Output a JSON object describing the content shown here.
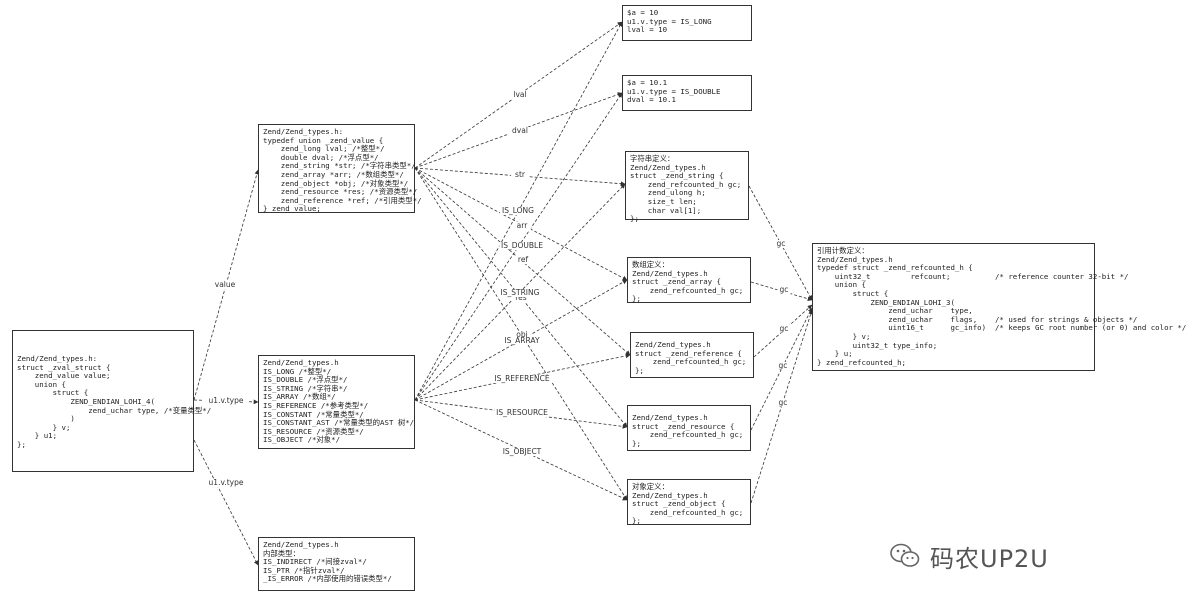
{
  "boxes": {
    "zval": [
      "Zend/Zend_types.h:",
      "struct _zval_struct {",
      "    zend_value value;",
      "    union {",
      "        struct {",
      "            ZEND_ENDIAN_LOHI_4(",
      "                zend_uchar type, /*变量类型*/",
      "            )",
      "        } v;",
      "    } u1;",
      "};"
    ],
    "zend_value": [
      "Zend/Zend_types.h:",
      "typedef union _zend_value {",
      "    zend_long lval; /*整型*/",
      "    double dval; /*浮点型*/",
      "    zend_string *str; /*字符串类型*/",
      "    zend_array *arr; /*数组类型*/",
      "    zend_object *obj; /*对象类型*/",
      "    zend_resource *res; /*资源类型*/",
      "    zend_reference *ref; /*引用类型*/",
      "} zend_value;"
    ],
    "types": [
      "Zend/Zend_types.h",
      "IS_LONG /*整型*/",
      "IS_DOUBLE /*浮点型*/",
      "IS_STRING /*字符串*/",
      "IS_ARRAY /*数组*/",
      "IS_REFERENCE /*参考类型*/",
      "IS_CONSTANT /*常量类型*/",
      "IS_CONSTANT_AST /*常量类型的AST 树*/",
      "IS_RESOURCE /*资源类型*/",
      "IS_OBJECT /*对象*/"
    ],
    "internal": [
      "Zend/Zend_types.h",
      "内部类型：",
      "IS_INDIRECT /*间接zval*/",
      "IS_PTR /*指针zval*/",
      "_IS_ERROR /*内部使用的错误类型*/"
    ],
    "long_ex": [
      "$a = 10",
      "u1.v.type = IS_LONG",
      "lval = 10"
    ],
    "double_ex": [
      "$a = 10.1",
      "u1.v.type = IS_DOUBLE",
      "dval = 10.1"
    ],
    "string": [
      "字符串定义：",
      "Zend/Zend_types.h",
      "struct _zend_string {",
      "    zend_refcounted_h gc;",
      "    zend_ulong h;",
      "    size_t len;",
      "    char val[1];",
      "};"
    ],
    "array": [
      "数组定义：",
      "Zend/Zend_types.h",
      "struct _zend_array {",
      "    zend_refcounted_h gc;",
      "};"
    ],
    "reference": [
      "Zend/Zend_types.h",
      "struct _zend_reference {",
      "    zend_refcounted_h gc;",
      "};"
    ],
    "resource": [
      "Zend/Zend_types.h",
      "struct _zend_resource {",
      "    zend_refcounted_h gc;",
      "};"
    ],
    "object": [
      "对象定义：",
      "Zend/Zend_types.h",
      "struct _zend_object {",
      "    zend_refcounted_h gc;",
      "};"
    ],
    "refcounted": [
      "引用计数定义：",
      "Zend/Zend_types.h",
      "typedef struct _zend_refcounted_h {",
      "    uint32_t         refcount;          /* reference counter 32-bit */",
      "    union {",
      "        struct {",
      "            ZEND_ENDIAN_LOHI_3(",
      "                zend_uchar    type,",
      "                zend_uchar    flags,    /* used for strings & objects */",
      "                uint16_t      gc_info)  /* keeps GC root number (or 0) and color */",
      "        } v;",
      "        uint32_t type_info;",
      "    } u;",
      "} zend_refcounted_h;"
    ]
  },
  "edge_labels": {
    "value": "value",
    "u1_type_a": "u1.v.type",
    "u1_type_b": "u1.v.type",
    "lval": "lval",
    "dval": "dval",
    "str": "str",
    "arr": "arr",
    "ref": "ref",
    "res": "res",
    "obj": "obj",
    "is_long": "IS_LONG",
    "is_double": "IS_DOUBLE",
    "is_string": "IS_STRING",
    "is_array": "IS_ARRAY",
    "is_reference": "IS_REFERENCE",
    "is_resource": "IS_RESOURCE",
    "is_object": "IS_OBJECT",
    "gc_str": "gc",
    "gc_arr": "gc",
    "gc_ref": "gc",
    "gc_res": "gc",
    "gc_obj": "gc"
  },
  "watermark": {
    "text": "码农UP2U",
    "icon": "wechat-icon"
  }
}
